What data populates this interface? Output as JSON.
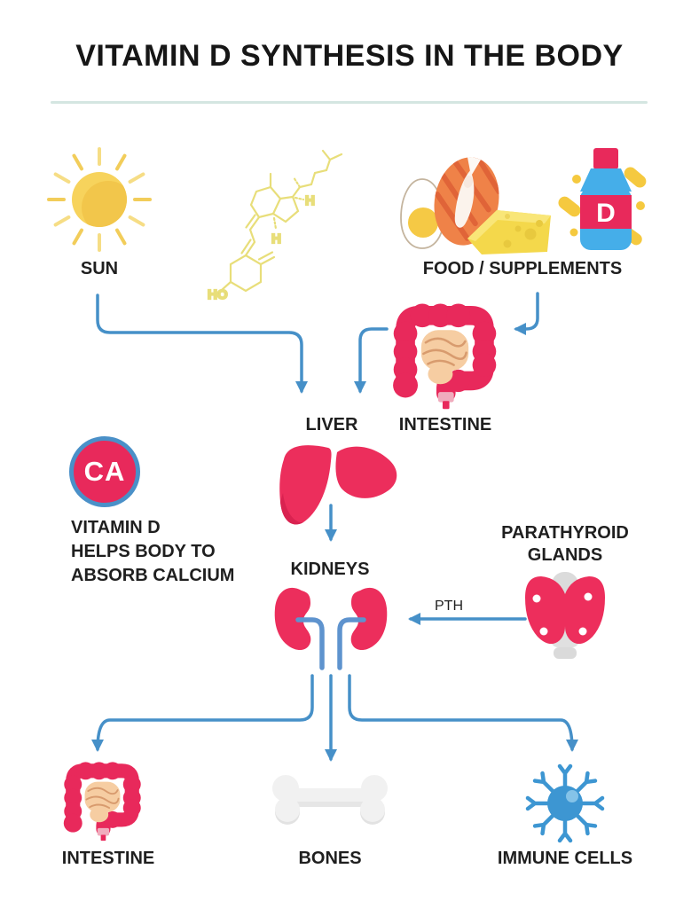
{
  "title": "VITAMIN D SYNTHESIS IN THE BODY",
  "nodes": {
    "sun": {
      "label": "SUN"
    },
    "food": {
      "label": "FOOD / SUPPLEMENTS"
    },
    "liver": {
      "label": "LIVER"
    },
    "intestine_top": {
      "label": "INTESTINE"
    },
    "kidneys": {
      "label": "KIDNEYS"
    },
    "parathyroid": {
      "line1": "PARATHYROID",
      "line2": "GLANDS"
    },
    "intestine_bottom": {
      "label": "INTESTINE"
    },
    "bones": {
      "label": "BONES"
    },
    "immune_cells": {
      "label": "IMMUNE CELLS"
    }
  },
  "annotations": {
    "pth": "PTH",
    "calcium_badge": "CA",
    "calcium_line1": "VITAMIN D",
    "calcium_line2": "HELPS BODY TO",
    "calcium_line3": "ABSORB CALCIUM",
    "molecule_ho": "HO",
    "molecule_h_upper": "H",
    "molecule_h_lower": "H",
    "bottle_letter": "D"
  },
  "flows": [
    {
      "from": "sun",
      "to": "liver"
    },
    {
      "from": "food-supplements",
      "to": "intestine"
    },
    {
      "from": "intestine",
      "to": "liver"
    },
    {
      "from": "liver",
      "to": "kidneys"
    },
    {
      "from": "parathyroid-glands",
      "to": "kidneys",
      "label": "PTH"
    },
    {
      "from": "kidneys",
      "to": "intestine"
    },
    {
      "from": "kidneys",
      "to": "bones"
    },
    {
      "from": "kidneys",
      "to": "immune-cells"
    }
  ],
  "icons": [
    "sun-icon",
    "vitamin-d-molecule-icon",
    "egg-icon",
    "salmon-icon",
    "cheese-icon",
    "supplement-bottle-icon",
    "pill-icon",
    "intestine-icon",
    "liver-icon",
    "kidneys-icon",
    "calcium-badge",
    "parathyroid-icon",
    "bone-icon",
    "immune-cell-icon"
  ],
  "colors": {
    "accent_pink": "#E8295B",
    "arrow_blue": "#4690C8",
    "bottle_blue": "#45AEE9",
    "sun_yellow": "#F5CB45",
    "molecule_yellow": "#E8DE7A",
    "cheese_yellow": "#F4D84B",
    "salmon_orange": "#EF8248",
    "immune_blue": "#3D96D2",
    "divider_teal": "#D4E6E1",
    "text_dark": "#1F1F1F"
  }
}
